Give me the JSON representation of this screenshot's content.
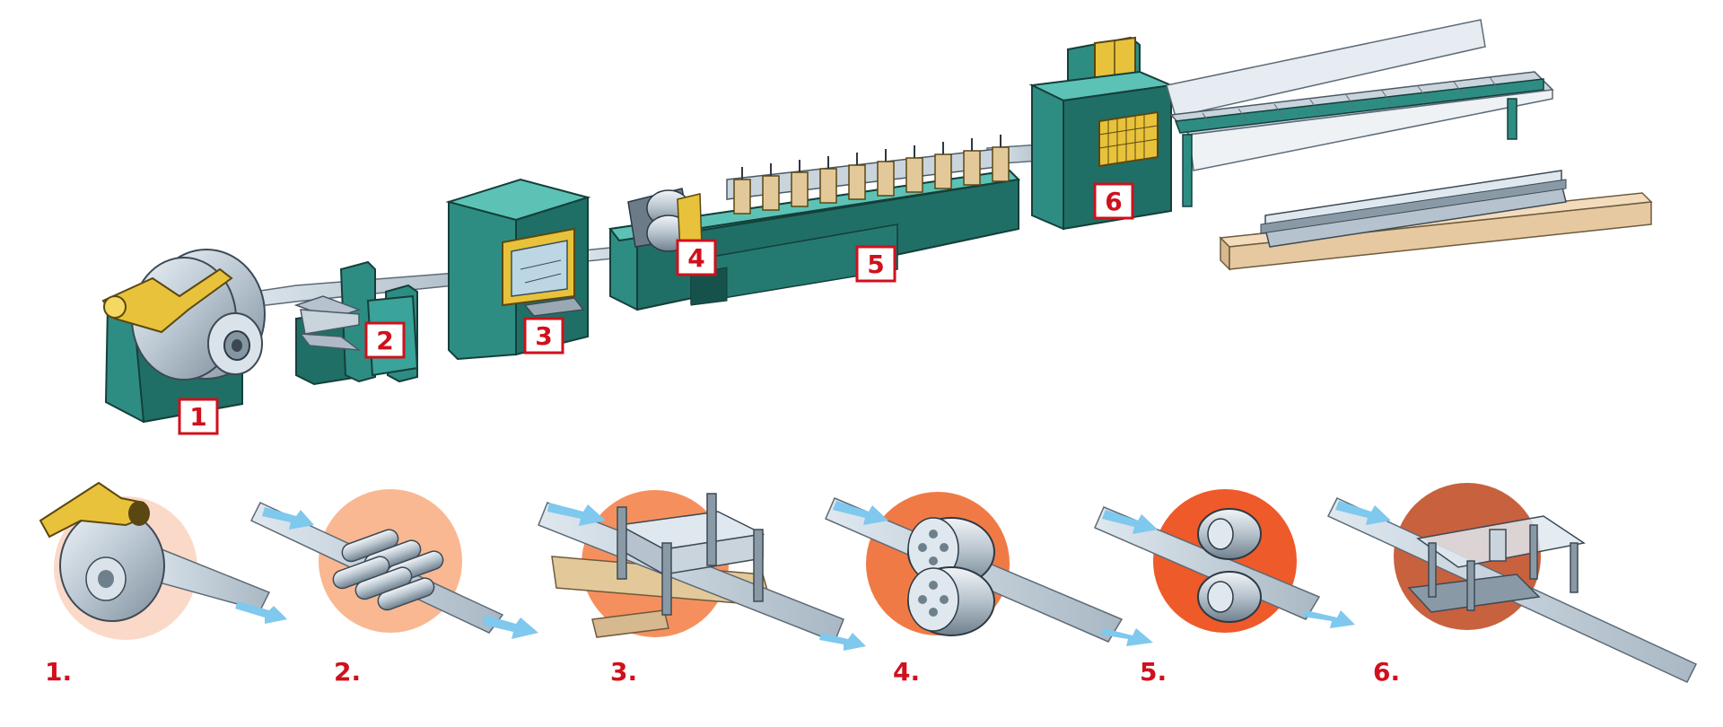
{
  "colors": {
    "machine": "#3aa39a",
    "machine_dark": "#1f6f66",
    "machine_top": "#5cc2b6",
    "steel": "#c9d4dc",
    "steel_dark": "#8a99a6",
    "yellow": "#e8c23a",
    "tan": "#e3c99a",
    "pallet": "#f3dcbc",
    "red": "#d0101c",
    "arrow": "#7fc8ee",
    "circle_1": "#fbd9c8",
    "circle_2": "#f9b892",
    "circle_3": "#f5905e",
    "circle_4": "#f07a45",
    "circle_5": "#ee5a2a",
    "circle_6": "#c8613e"
  },
  "machine_tags": [
    "1",
    "2",
    "3",
    "4",
    "5",
    "6"
  ],
  "step_labels": [
    "1.",
    "2.",
    "3.",
    "4.",
    "5.",
    "6."
  ]
}
